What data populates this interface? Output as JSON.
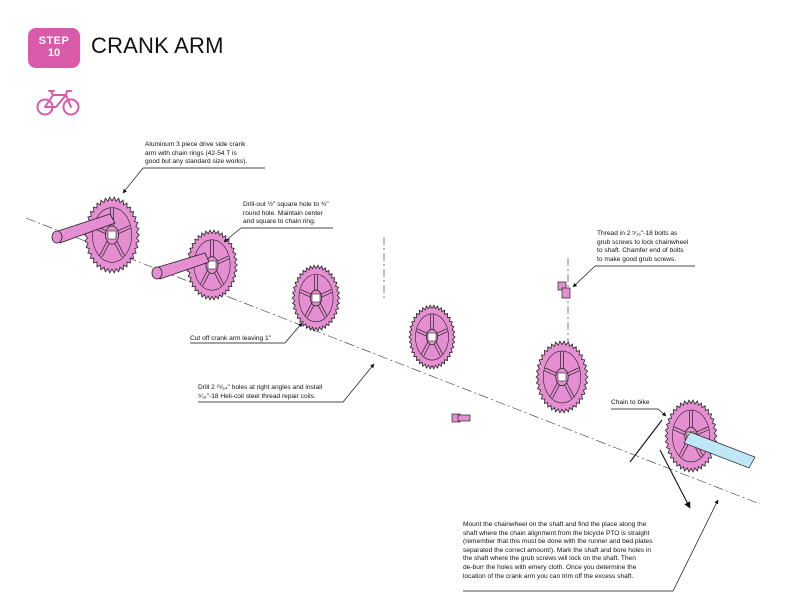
{
  "header": {
    "step_label": "STEP",
    "step_number": "10",
    "title": "CRANK ARM"
  },
  "icon": "bicycle-icon",
  "colors": {
    "accent": "#d85aa9",
    "part_fill": "#e58fd2",
    "shaft_fill": "#bfe6f4"
  },
  "notes": {
    "crank": [
      "Aluminum 3 piece drive side crank",
      "arm with chain rings (42-54 T is",
      "good but any standard size works)."
    ],
    "drill_out": [
      "Drill-out ½\" square hole to ¾\"",
      "round hole. Maintain center",
      "and square to chain ring."
    ],
    "thread": [
      "Thread in 2 ⁵⁄₁₆\"-18 bolts as",
      "grub screws to lock chainwheel",
      "to shaft. Chamfer end of bolts",
      "to make good grub screws."
    ],
    "cut_off": [
      "Cut off crank arm leaving 1\""
    ],
    "drill_holes": [
      "Drill 2 ²¹⁄₆₄\" holes at right angles and install",
      "⁵⁄₁₆\"-18 Heli-coil steel thread repair coils."
    ],
    "chain": [
      "Chain to bike"
    ],
    "mount": [
      "Mount the chainwheel on the shaft and find the place along the",
      "shaft where the chain alignment from the bicycle PTO is straight",
      "(remember that this must be done with the runner and bed plates",
      "separated the correct amount!). Mark the shaft and bore holes in",
      "the shaft where the grub screws will lock on the shaft. Then",
      "de-burr the holes with emery cloth. Once you determine the",
      "location of the crank arm you can trim off the excess shaft."
    ]
  }
}
